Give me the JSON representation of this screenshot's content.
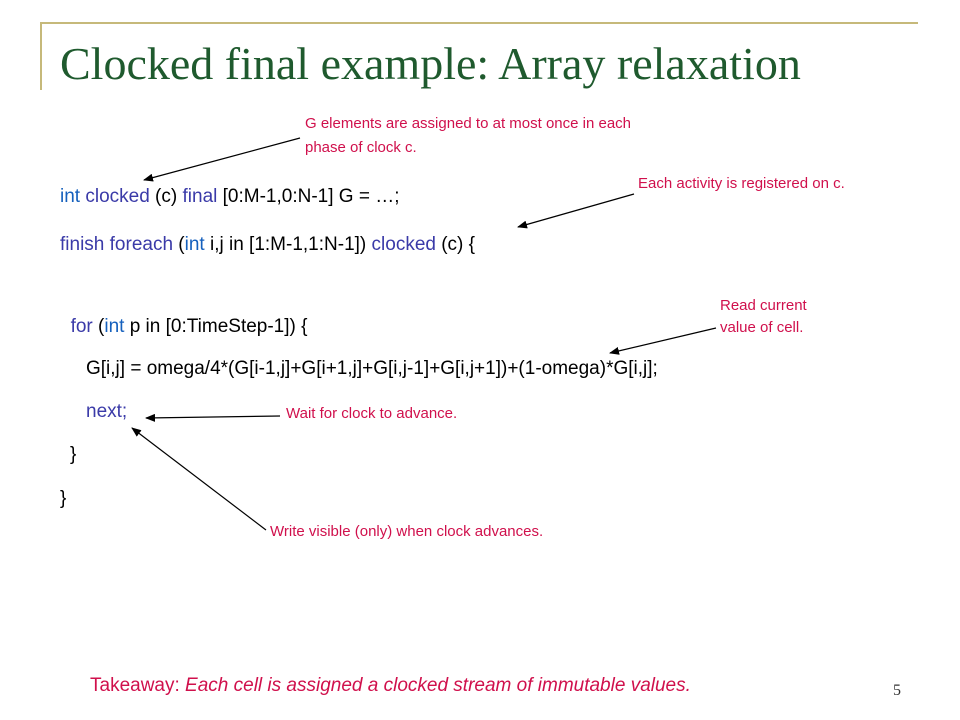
{
  "slide": {
    "title": "Clocked final example: Array relaxation",
    "page_number": "5",
    "accent_color": "#c6b97a",
    "title_color": "#1f5a2e",
    "note_color": "#d0104c",
    "keyword_color": "#1560bd"
  },
  "code": {
    "line1": {
      "kw_int": "int",
      "kw_clocked": "clocked",
      "args": " (c) ",
      "kw_final": "final",
      "rest": " [0:M-1,0:N-1] G = …;"
    },
    "line2": {
      "kw_finish": "finish",
      "kw_foreach": "foreach",
      "open": " (",
      "kw_int": "int",
      "range": " i,j in [1:M-1,1:N-1]) ",
      "kw_clocked": "clocked",
      "tail": " (c) {"
    },
    "line3": {
      "indent": "  ",
      "kw_for": "for",
      "open": " (",
      "kw_int": "int",
      "rest": " p in [0:TimeStep-1]) {"
    },
    "line4": "G[i,j] = omega/4*(G[i-1,j]+G[i+1,j]+G[i,j-1]+G[i,j+1])+(1-omega)*G[i,j];",
    "line5": "next;",
    "line6": "}",
    "line7": "}"
  },
  "annotations": {
    "assign_once_line1": "G elements are assigned to at most once in each",
    "assign_once_line2": "phase of clock c.",
    "registered": "Each activity is registered on c.",
    "read_current_line1": "Read current",
    "read_current_line2": "value of cell.",
    "wait_clock": "Wait for clock to advance.",
    "write_visible": "Write visible (only) when clock advances."
  },
  "takeaway": {
    "label": "Takeaway: ",
    "text": "Each cell is assigned a clocked stream of immutable values."
  }
}
